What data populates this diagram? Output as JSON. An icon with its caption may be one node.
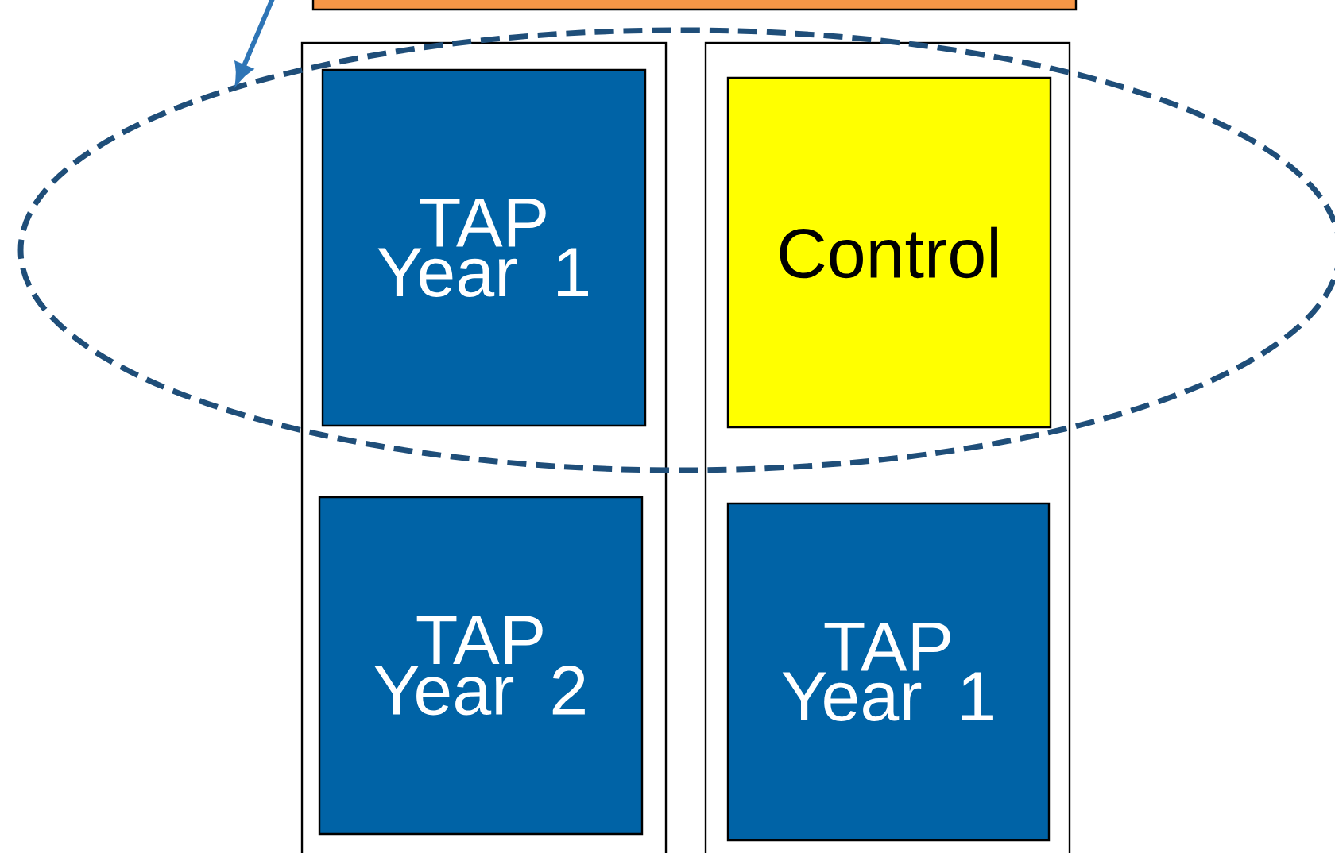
{
  "diagram": {
    "nodes": [
      {
        "text": [],
        "shape": "box"
      },
      {
        "text": [],
        "shape": "box"
      },
      {
        "text": [],
        "shape": "box"
      },
      {
        "text": [
          "TAP Year 1"
        ]
      },
      {
        "text": [
          "TAP Year 2"
        ],
        "in": 1
      },
      {
        "text": [
          "Control"
        ]
      },
      {
        "text": [
          "TAP Year 1"
        ],
        "in": 2
      },
      {
        "text": [],
        "shape": "ellipse"
      }
    ],
    "edges": [
      {
        "from": null,
        "to": 7,
        "arrow": "to"
      }
    ]
  }
}
